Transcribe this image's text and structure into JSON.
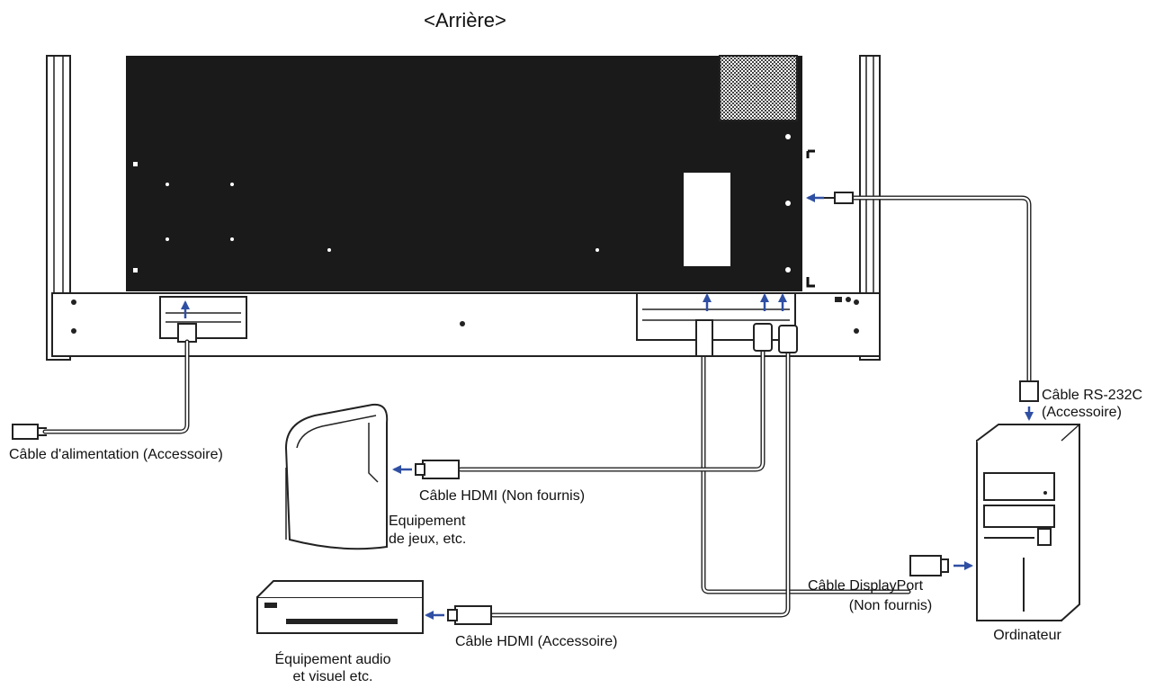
{
  "title": "<Arrière>",
  "labels": {
    "power_cable": "Câble d'alimentation (Accessoire)",
    "hdmi_cable_1": "Câble HDMI (Non fournis)",
    "game_equipment_line1": "Equipement",
    "game_equipment_line2": "de jeux, etc.",
    "av_equipment_line1": "Équipement audio",
    "av_equipment_line2": "et visuel etc.",
    "hdmi_cable_2": "Câble HDMI (Accessoire)",
    "displayport_line1": "Câble DisplayPort",
    "displayport_line2": "(Non fournis)",
    "rs232_line1": "Câble RS-232C",
    "rs232_line2": "(Accessoire)",
    "computer": "Ordinateur"
  },
  "colors": {
    "arrow": "#2f4fa3",
    "panel": "#1a1a1a",
    "line": "#222222"
  }
}
